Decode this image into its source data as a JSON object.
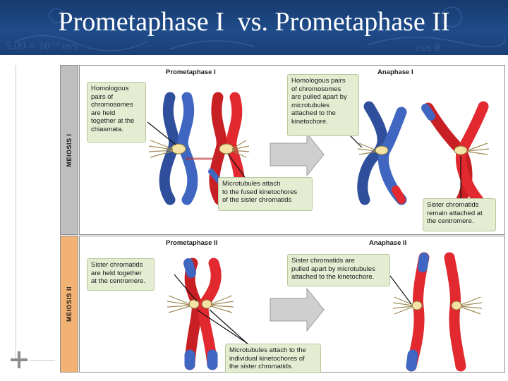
{
  "slide": {
    "title": "Prometaphase I  vs. Prometaphase II",
    "colors": {
      "header": "#1f4c8a",
      "chromosome_blue": "#3a5fb5",
      "chromosome_red": "#e0262b",
      "note_fill": "#e4ecd2",
      "meiosis_i_band": "#bfbfbf",
      "meiosis_ii_band": "#f2b274"
    },
    "icons": [
      "plus-icon",
      "arrow-right-icon"
    ]
  },
  "figure": {
    "meiosis_i": {
      "side_label": "MEIOSIS I",
      "left_stage": "Prometaphase I",
      "right_stage": "Anaphase I",
      "notes": {
        "chiasmata": "Homologous\npairs of\nchromosomes\nare held\ntogether at the\nchiasmata.",
        "pulled_apart": "Homologous pairs\nof chromosomes\nare pulled apart by\nmicrotubules\nattached to the\nkinetochore.",
        "fused_kinetochores": "Microtubules attach\nto the fused kinetochores\nof the sister chromatids",
        "remain_attached": "Sister chromatids\nremain attached at\nthe centromere."
      }
    },
    "meiosis_ii": {
      "side_label": "MEIOSIS II",
      "left_stage": "Prometaphase II",
      "right_stage": "Anaphase II",
      "notes": {
        "held_together": "Sister chromatids\nare held together\nat the centromere.",
        "pulled_apart": "Sister chromatids are\npulled apart by microtubules\nattached to the kinetochore.",
        "individual_kinetochores": "Microtubules attach to the\nindividual kinetochores of\nthe sister chromatids."
      }
    }
  }
}
